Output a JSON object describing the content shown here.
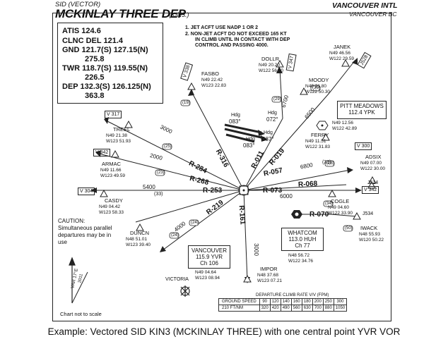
{
  "header": {
    "sid_type": "SID (VECTOR)",
    "title": "MCKINLAY THREE DEP",
    "code": "(KIN3.)",
    "airport": "VANCOUVER INTL",
    "city": "VANCOUVER BC"
  },
  "freqs": {
    "atis": "ATIS  124.6",
    "clnc": "CLNC DEL  121.4",
    "gnd": "GND  121.7(S) 127.15(N)",
    "gnd2": "275.8",
    "twr": "TWR  118.7(S) 119.55(N)",
    "twr2": "226.5",
    "dep": "DEP  132.3(S)  126.125(N)",
    "dep2": "363.8"
  },
  "notes": {
    "n1": "1.  JET ACFT USE NADP 1 OR 2",
    "n2": "2.  NON-JET ACFT DO NOT EXCEED 165 KT",
    "n2b": "IN CLIMB UNTIL IN CONTACT WITH DEP",
    "n2c": "CONTROL AND PASSING 4000."
  },
  "fixes": {
    "dollr": {
      "name": "DOLLR",
      "lat": "N49 20.20",
      "lon": "W122 56.30"
    },
    "fasbo": {
      "name": "FASBO",
      "lat": "N49 22.42",
      "lon": "W123 22.83"
    },
    "moody": {
      "name": "MOODY",
      "lat": "N49 21.80",
      "lon": "W122 50.30"
    },
    "janek": {
      "name": "JANEK",
      "lat": "N49 46.56",
      "lon": "W122 29.59"
    },
    "treel": {
      "name": "TREEL",
      "lat": "N49 21.38",
      "lon": "W123 51.93"
    },
    "armac": {
      "name": "ARMAC",
      "lat": "N49 11.66",
      "lon": "W123 49.59"
    },
    "ferry": {
      "name": "FERRY",
      "lat": "N49 11.51",
      "lon": "W122 31.83"
    },
    "adsix": {
      "name": "ADSIX",
      "lat": "N49 07.00",
      "lon": "W122 30.00"
    },
    "casdy": {
      "name": "CASDY",
      "lat": "N49 04.42",
      "lon": "W123 58.33"
    },
    "cogle": {
      "name": "COGLE",
      "lat": "N49 04.60",
      "lon": "W122 33.90"
    },
    "duncn": {
      "name": "DUNCN",
      "lat": "N48 51.01",
      "lon": "W123 39.40"
    },
    "iwack": {
      "name": "IWACK",
      "lat": "N48 55.93",
      "lon": "W120 50.22"
    },
    "impor": {
      "name": "IMPOR",
      "lat": "N48 37.68",
      "lon": "W123 07.21"
    },
    "whatcom_pos": {
      "lat": "N48 56.72",
      "lon": "W122 34.76"
    },
    "pitt_pos": {
      "lat": "N49 12.56",
      "lon": "W122 42.89"
    }
  },
  "navaids": {
    "yvr": {
      "name": "VANCOUVER",
      "freq": "115.9 YVR",
      "ch": "Ch 106",
      "lat": "N49 04.64",
      "lon": "W123 08.94"
    },
    "ypk": {
      "name": "PITT MEADOWS",
      "freq": "112.4  YPK"
    },
    "huh": {
      "name": "WHATCOM",
      "freq": "113.0  HUH",
      "ch": "Ch 77"
    }
  },
  "radials": {
    "r316": "R-316",
    "r284": "R-284",
    "r268": "R-268",
    "r253": "R-253",
    "r219": "R-219",
    "r161": "R-161",
    "r011": "R-011",
    "r019": "R-019",
    "r057": "R-057",
    "r068": "R-068",
    "r073": "R-073",
    "r070": "R-070"
  },
  "altitudes": [
    "3000",
    "2000",
    "5400",
    "4000",
    "3000",
    "6700",
    "6800",
    "6500",
    "6000"
  ],
  "distances": [
    "(19)",
    "(25)",
    "(23)",
    "(33)",
    "(24)",
    "(24)",
    "(29)",
    "(36)",
    "(31)",
    "(28)",
    "(34)",
    "(50)"
  ],
  "victor_airways": [
    "V 317",
    "V 342",
    "V 304",
    "V 338",
    "V 347",
    "V 300",
    "V 342",
    "J534",
    "J514",
    "J528"
  ],
  "headings": {
    "h1": "Hdg",
    "h1v": "083°",
    "h2": "Hdg",
    "h2v": "072°",
    "h3": "Hdg",
    "h3v": "087°",
    "h4": "Hdg",
    "h4v": "083°"
  },
  "caution": {
    "title": "CAUTION:",
    "line1": "Simultaneous parallel",
    "line2": "departures may be in",
    "line3": "use"
  },
  "misc": {
    "victoria": "VICTORIA",
    "var": "VAR 17°E",
    "var_year": "2011",
    "not_to_scale": "Chart not to scale",
    "climb_title": "DEPARTURE CLIMB RATE V/V (FPM)"
  },
  "climb_table": {
    "row1_label": "GROUND SPEED",
    "row1": [
      "90",
      "120",
      "140",
      "160",
      "180",
      "200",
      "250",
      "300"
    ],
    "row2_label": "210 FT/NM",
    "row2": [
      "320",
      "420",
      "490",
      "560",
      "630",
      "700",
      "880",
      "1050"
    ]
  },
  "caption": "Example: Vectored SID KIN3 (MCKINLAY THREE) with one central point YVR VOR"
}
